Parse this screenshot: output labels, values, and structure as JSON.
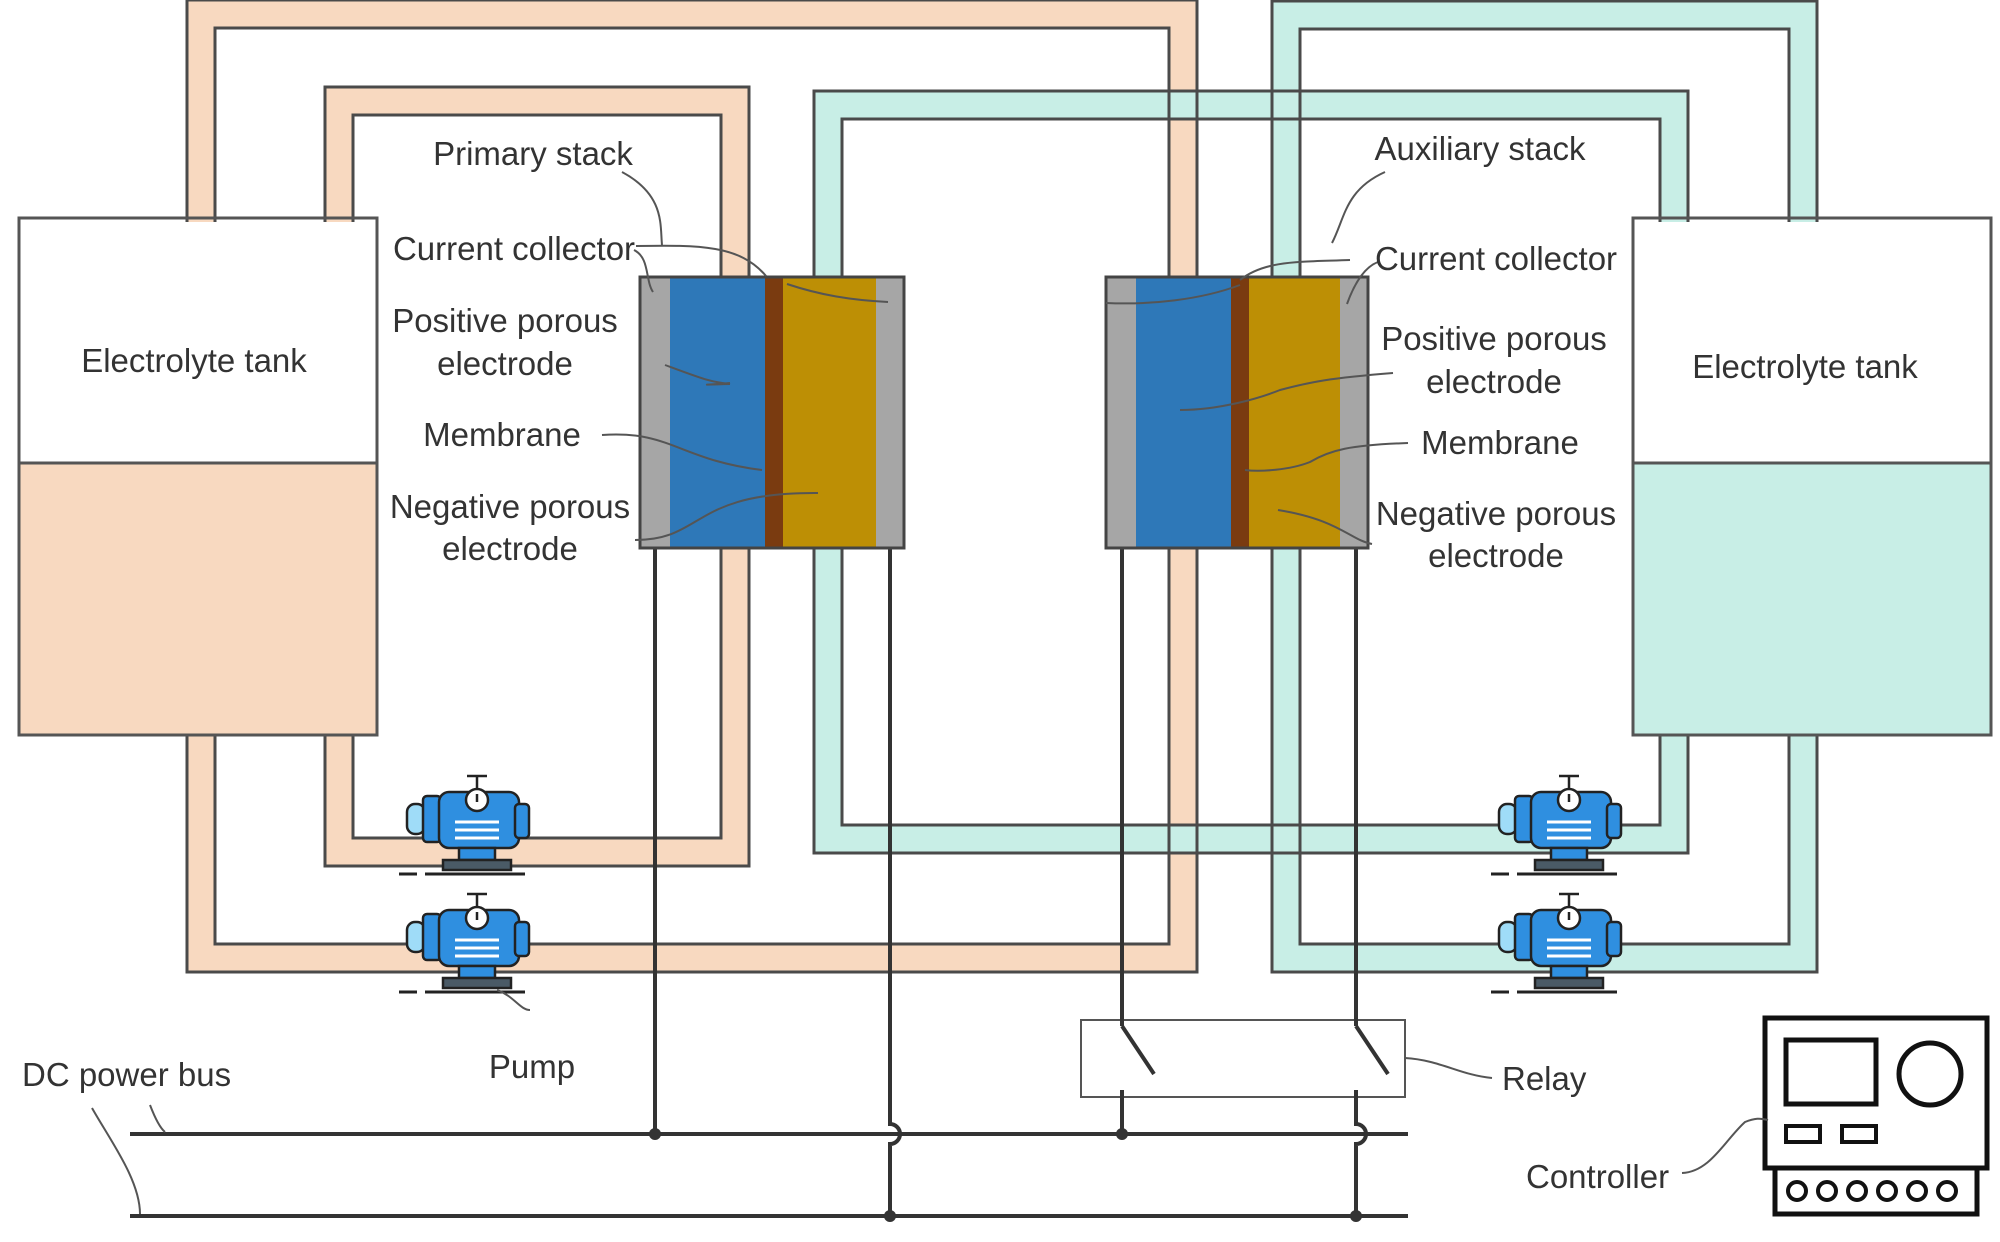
{
  "labels": {
    "left_tank": "Electrolyte tank",
    "right_tank": "Electrolyte tank",
    "primary_stack": "Primary stack",
    "auxiliary_stack": "Auxiliary stack",
    "left_current_collector": "Current collector",
    "left_positive_1": "Positive porous",
    "left_positive_2": "electrode",
    "left_membrane": "Membrane",
    "left_negative_1": "Negative porous",
    "left_negative_2": "electrode",
    "right_current_collector": "Current collector",
    "right_positive_1": "Positive porous",
    "right_positive_2": "electrode",
    "right_membrane": "Membrane",
    "right_negative_1": "Negative porous",
    "right_negative_2": "electrode",
    "dc_bus": "DC power bus",
    "pump": "Pump",
    "relay": "Relay",
    "controller": "Controller"
  },
  "colors": {
    "pink_electrolyte": "#f8d9c0",
    "teal_electrolyte": "#c8eee6",
    "positive_electrode": "#2e78b8",
    "negative_electrode": "#bd8f05",
    "membrane": "#7a3b10",
    "current_collector": "#a6a6a6",
    "pump_blue": "#2f8fe0"
  }
}
